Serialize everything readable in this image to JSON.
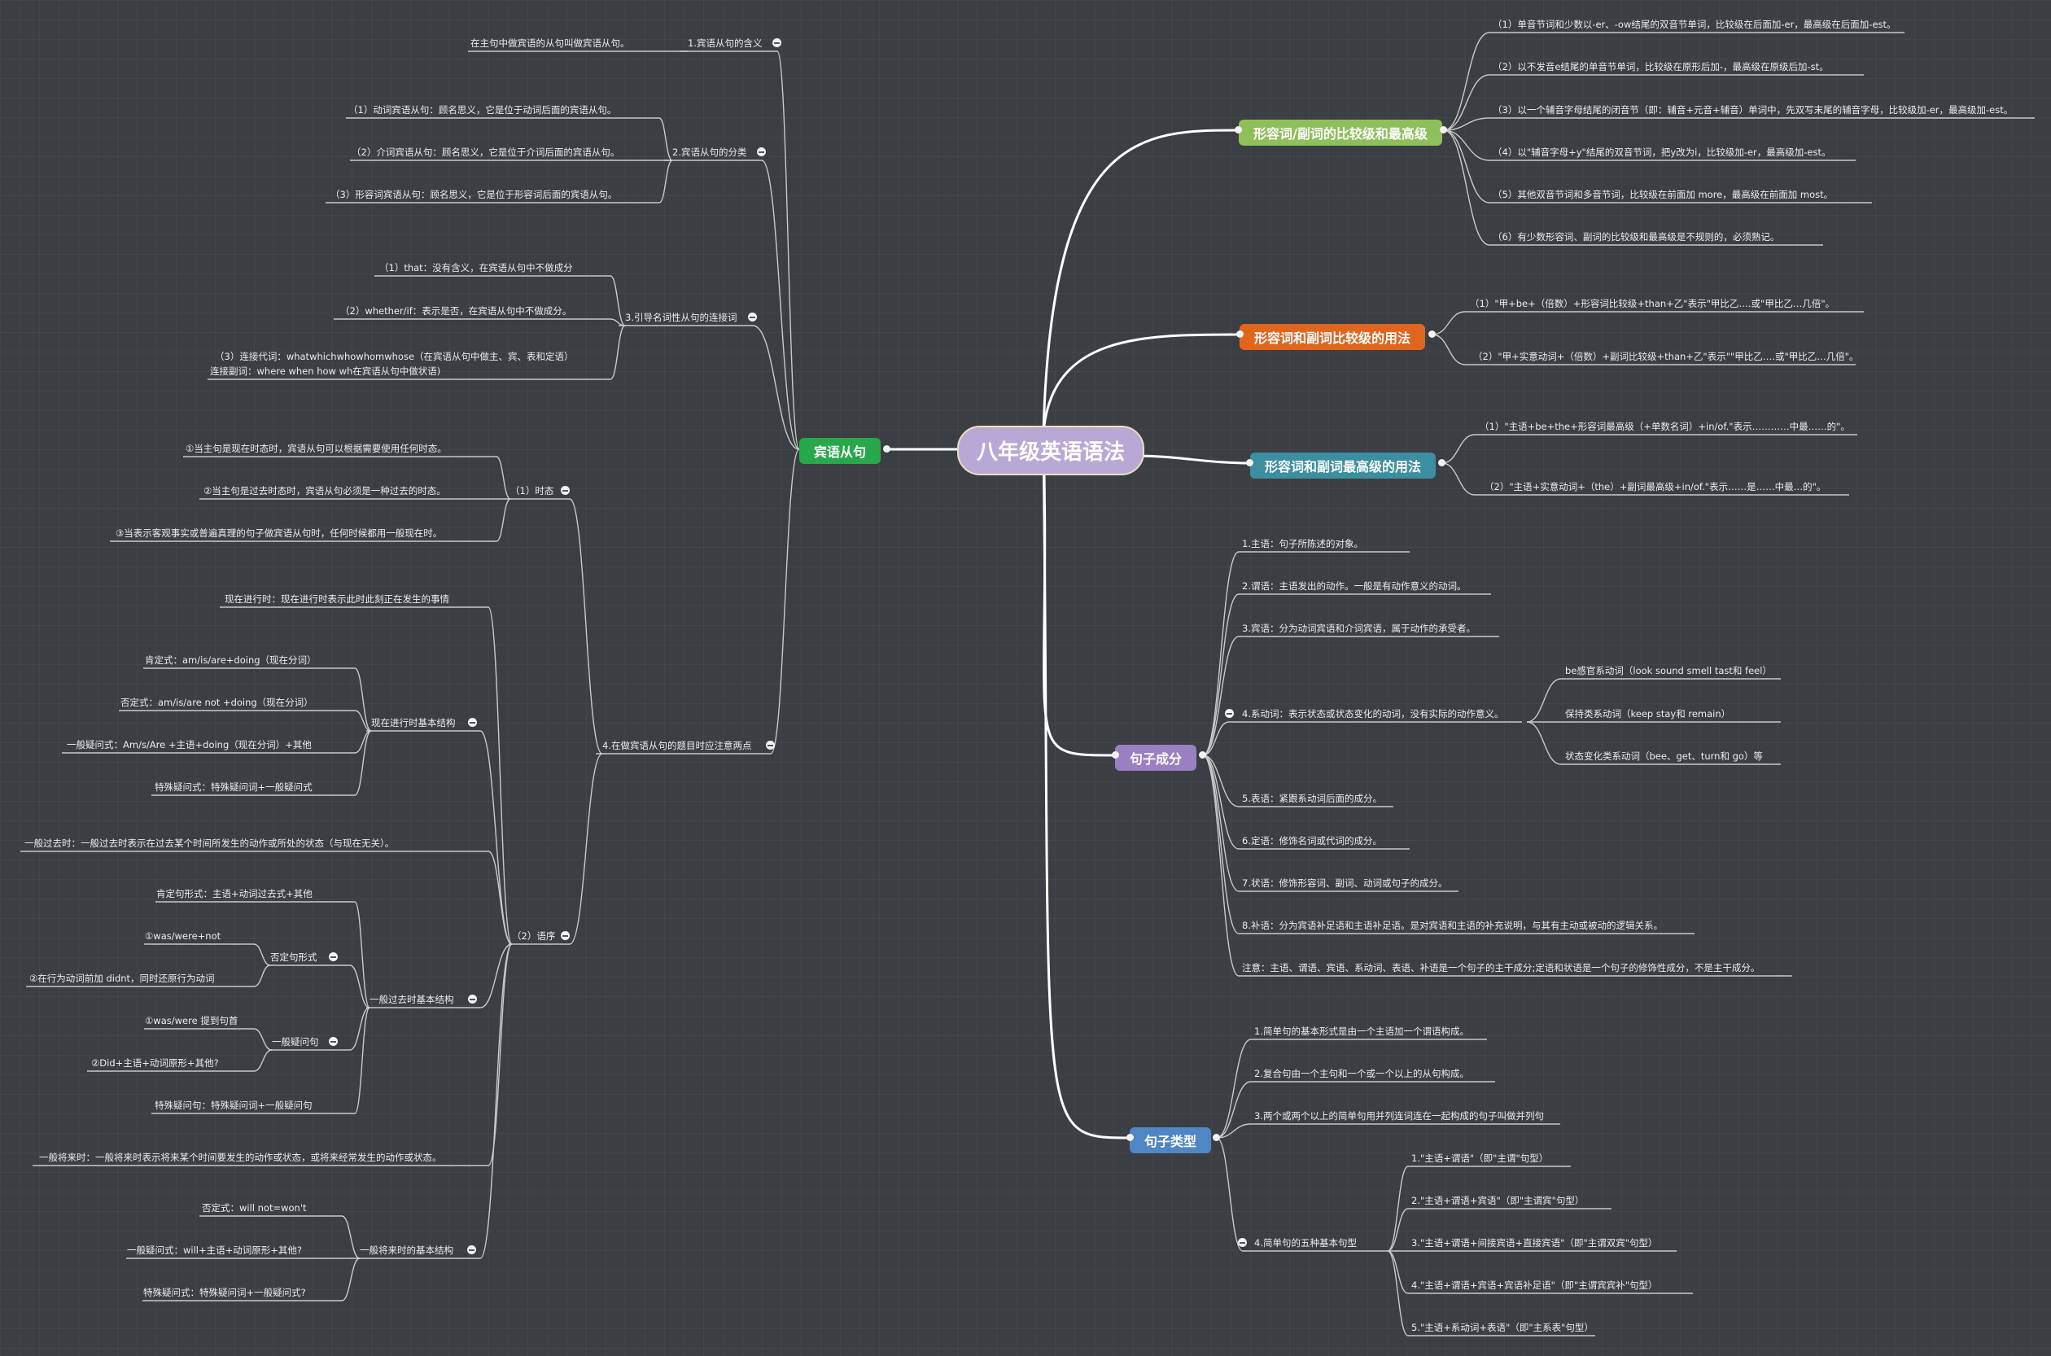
{
  "root": "八年级英语语法",
  "colors": {
    "background": "#3b3f44",
    "branch_line": "#ffffff",
    "leaf_line": "#c9c9c9",
    "root_fill": "#b8a8d6",
    "compare_fill": "#8fbf5b",
    "compare_usage_fill": "#e0651f",
    "superlative_fill": "#3c8fa1",
    "components_fill": "#9a7fc2",
    "types_fill": "#4f86c6",
    "object_clause_fill": "#27a84a"
  },
  "branches": {
    "object_clause": {
      "title": "宾语从句",
      "meaning": {
        "title": "1.宾语从句的含义",
        "items": [
          "在主句中做宾语的从句叫做宾语从句。"
        ]
      },
      "classification": {
        "title": "2.宾语从句的分类",
        "items": [
          "（1）动词宾语从句：顾名思义，它是位于动词后面的宾语从句。",
          "（2）介词宾语从句：顾名思义，它是位于介词后面的宾语从句。",
          "（3）形容词宾语从句：顾名思义，它是位于形容词后面的宾语从句。"
        ]
      },
      "conjunctions": {
        "title": "3.引导名词性从句的连接词",
        "items": [
          "（1）that：没有含义，在宾语从句中不做成分",
          "（2）whether/if：表示是否，在宾语从句中不做成分。",
          "（3）连接代词：whatwhichwhowhomwhose（在宾语从句中做主、宾、表和定语）",
          "连接副词：where when how wh在宾语从句中做状语)"
        ]
      },
      "notes": {
        "title": "4.在做宾语从句的题目时应注意两点",
        "tense": {
          "title": "（1）时态",
          "items": [
            "①当主句是现在时态时，宾语从句可以根据需要使用任何时态。",
            "②当主句是过去时态时，宾语从句必须是一种过去的时态。",
            "③当表示客观事实或普遍真理的句子做宾语从句时，任何时候都用一般现在时。"
          ]
        },
        "word_order": {
          "title": "（2）语序",
          "present_progressive_def": "现在进行时：现在进行时表示此时此刻正在发生的事情",
          "present_progressive": {
            "title": "现在进行时基本结构",
            "items": [
              "肯定式：am/is/are+doing（现在分词）",
              "否定式：am/is/are not +doing（现在分词）",
              "一般疑问式：Am/s/Are +主语+doing（现在分词）+其他",
              "特殊疑问式：特殊疑问词+一般疑问式"
            ]
          },
          "past_simple_def": "一般过去时：一般过去时表示在过去某个时间所发生的动作或所处的状态（与现在无关）。",
          "past_simple": {
            "title": "一般过去时基本结构",
            "affirmative": "肯定句形式：主语+动词过去式+其他",
            "negative": {
              "title": "否定句形式",
              "items": [
                "①was/were+not",
                "②在行为动词前加 didnt，同时还原行为动词"
              ]
            },
            "question": {
              "title": "一般疑问句",
              "items": [
                "①was/were 提到句首",
                "②Did+主语+动词原形+其他?"
              ]
            },
            "special": "特殊疑问句：特殊疑问词+一般疑问句"
          },
          "future_simple_def": "一般将来时：一般将来时表示将来某个时间要发生的动作或状态，或将来经常发生的动作或状态。",
          "future_simple": {
            "title": "一般将来时的基本结构",
            "items": [
              "否定式：will not=won't",
              "一般疑问式：will+主语+动词原形+其他?",
              "特殊疑问式：特殊疑问词+一般疑问式?"
            ]
          }
        }
      }
    },
    "comparative": {
      "title": "形容词/副词的比较级和最高级",
      "items": [
        "（1）单音节词和少数以-er、-ow结尾的双音节单词，比较级在后面加-er，最高级在后面加-est。",
        "（2）以不发音e结尾的单音节单词，比较级在原形后加-，最高级在原级后加-st。",
        "（3）以一个辅音字母结尾的闭音节（即：辅音+元音+辅音）单词中，先双写末尾的辅音字母，比较级加-er，最高级加-est。",
        "（4）以\"辅音字母+y\"结尾的双音节词，把y改为i，比较级加-er，最高级加-est。",
        "（5）其他双音节词和多音节词，比较级在前面加 more，最高级在前面加 most。",
        "（6）有少数形容词、副词的比较级和最高级是不规则的，必须熟记。"
      ]
    },
    "comparative_usage": {
      "title": "形容词和副词比较级的用法",
      "items": [
        "（1）\"甲+be+（倍数）+形容词比较级+than+乙\"表示\"甲比乙….或\"甲比乙…几倍\"。",
        "（2）\"甲+实意动词+（倍数）+副词比较级+than+乙\"表示\"\"甲比乙….或\"甲比乙…几倍\"。"
      ]
    },
    "superlative_usage": {
      "title": "形容词和副词最高级的用法",
      "items": [
        "（1）\"主语+be+the+形容词最高级（+单数名词）+in/of.\"表示…………中最……的\"。",
        "（2）\"主语+实意动词+（the）+副词最高级+in/of.\"表示……是……中最…的\"。"
      ]
    },
    "sentence_components": {
      "title": "句子成分",
      "items": [
        "1.主语：句子所陈述的对象。",
        "2.谓语：主语发出的动作。一般是有动作意义的动词。",
        "3.宾语：分为动词宾语和介词宾语，属于动作的承受者。",
        "5.表语：紧跟系动词后面的成分。",
        "6.定语：修饰名词或代词的成分。",
        "7.状语：修饰形容词、副词、动词或句子的成分。",
        "8.补语：分为宾语补足语和主语补足语。是对宾语和主语的补充说明，与其有主动或被动的逻辑关系。",
        "注意：主语、谓语、宾语、系动词、表语、补语是一个句子的主干成分;定语和状语是一个句子的修饰性成分，不是主干成分。"
      ],
      "linking_verb": {
        "title": "4.系动词：表示状态或状态变化的动词，没有实际的动作意义。",
        "items": [
          "be感官系动词（look sound smell tast和 feel）",
          "保持类系动词（keep stay和 remain）",
          "状态变化类系动词（bee、get、turn和 go）等"
        ]
      }
    },
    "sentence_types": {
      "title": "句子类型",
      "items": [
        "1.简单句的基本形式是由一个主语加一个谓语构成。",
        "2.复合句由一个主句和一个或一个以上的从句构成。",
        "3.两个或两个以上的简单句用并列连词连在一起构成的句子叫做并列句"
      ],
      "five_patterns": {
        "title": "4.简单句的五种基本句型",
        "items": [
          "1.\"主语+谓语\"（即\"主谓\"句型）",
          "2.\"主语+谓语+宾语\"（即\"主谓宾\"句型）",
          "3.\"主语+谓语+间接宾语+直接宾语\"（即\"主谓双宾\"句型）",
          "4.\"主语+谓语+宾语+宾语补足语\"（即\"主谓宾宾补\"句型）",
          "5.\"主语+系动词+表语\"（即\"主系表\"句型）"
        ]
      }
    }
  }
}
